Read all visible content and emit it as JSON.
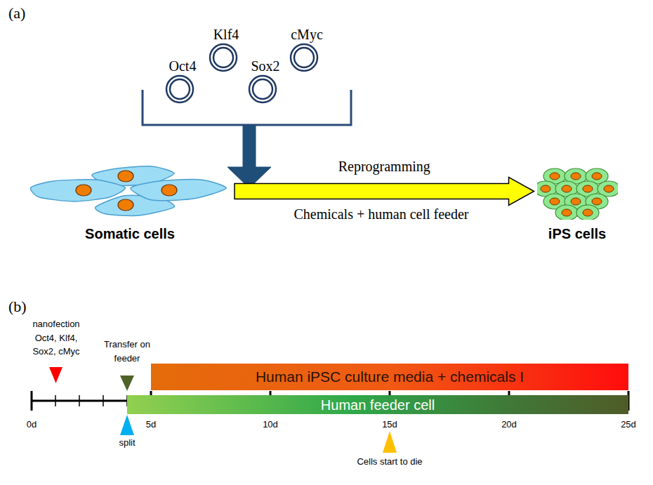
{
  "diagram": {
    "nodes": [
      {
        "text": [
          "Oct4"
        ]
      },
      {
        "text": [
          "Klf4"
        ]
      },
      {
        "text": [
          "Sox2"
        ]
      },
      {
        "text": [
          "cMyc"
        ]
      },
      {
        "text": [
          "Somatic cells"
        ]
      },
      {
        "text": [
          "iPS cells"
        ]
      },
      {
        "text": [
          "Human iPSC culture media + chemicals I"
        ]
      },
      {
        "text": [
          "Human feeder cell"
        ]
      }
    ],
    "edges": [
      {
        "from": 4,
        "to": 5,
        "arrow": "to",
        "label": "Reprogramming"
      }
    ],
    "labels": [
      "(a)",
      "Chemicals + human cell feeder",
      "(b)",
      "nanofection Oct4, Klf4, Sox2, cMyc",
      "Transfer on feeder",
      "split",
      "0d",
      "5d",
      "10d",
      "15d",
      "20d",
      "25d",
      "Cells start to die"
    ]
  }
}
